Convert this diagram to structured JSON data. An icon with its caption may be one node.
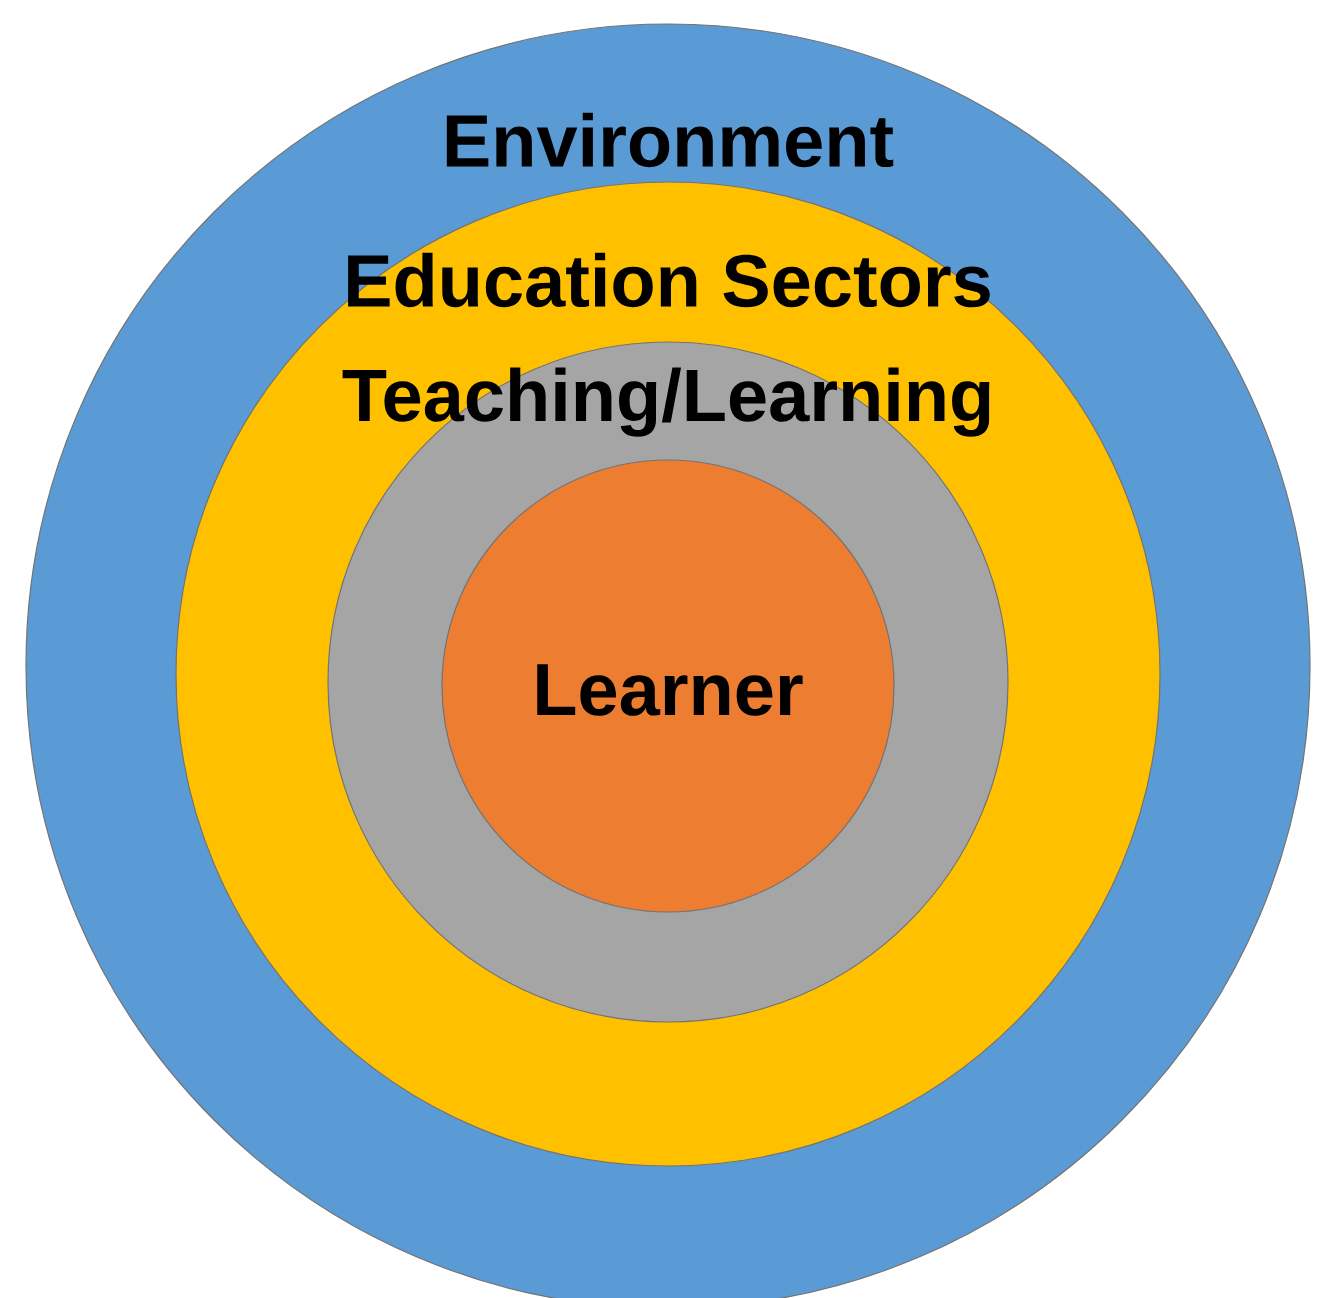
{
  "diagram": {
    "nodes": [
      {
        "text": [
          "Environment"
        ]
      },
      {
        "text": [
          "Education Sectors"
        ],
        "in": 0
      },
      {
        "text": [
          "Teaching/Learning"
        ],
        "in": 1
      },
      {
        "text": [
          "Learner"
        ],
        "in": 2
      }
    ]
  }
}
